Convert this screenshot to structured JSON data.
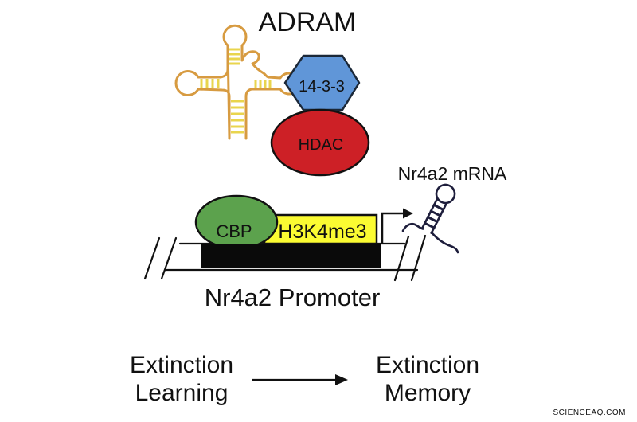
{
  "diagram": {
    "title": "ADRAM",
    "complex": {
      "adaptor_protein": "14-3-3",
      "enzyme": "HDAC"
    },
    "promoter": {
      "coactivator": "CBP",
      "histone_mark": "H3K4me3",
      "label": "Nr4a2 Promoter",
      "transcript_label": "Nr4a2 mRNA"
    },
    "flow": {
      "source_line1": "Extinction",
      "source_line2": "Learning",
      "target_line1": "Extinction",
      "target_line2": "Memory"
    },
    "watermark": "SCIENCEAQ.COM"
  },
  "colors": {
    "rna_outline": "#D79B41",
    "rna_rungs": "#E9D54D",
    "hex_blue": "#6096D8",
    "hdac_red": "#CD2026",
    "cbp_green": "#5CA24D",
    "h3k4me3_yellow": "#FBFB32",
    "ink": "#111111",
    "watermark_pink": "#EFCCCA"
  }
}
